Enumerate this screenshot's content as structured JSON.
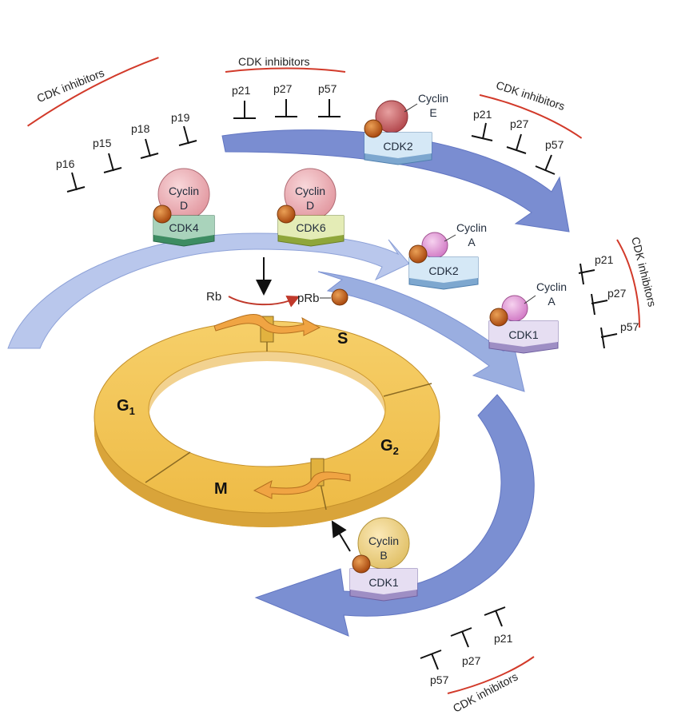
{
  "groups": {
    "top_left": {
      "title": "CDK inhibitors",
      "items": [
        "p16",
        "p15",
        "p18",
        "p19"
      ]
    },
    "top_mid": {
      "title": "CDK inhibitors",
      "items": [
        "p21",
        "p27",
        "p57"
      ]
    },
    "top_right": {
      "title": "CDK inhibitors",
      "items": [
        "p21",
        "p27",
        "p57"
      ]
    },
    "right": {
      "title": "CDK inhibitors",
      "items": [
        "p21",
        "p27",
        "p57"
      ]
    },
    "bottom": {
      "title": "CDK inhibitors",
      "items": [
        "p57",
        "p27",
        "p21"
      ]
    }
  },
  "complexes": {
    "cdk4": {
      "cyclin": "Cyclin",
      "cyclin_letter": "D",
      "kinase": "CDK4"
    },
    "cdk6": {
      "cyclin": "Cyclin",
      "cyclin_letter": "D",
      "kinase": "CDK6"
    },
    "cdk2_e": {
      "cyclin": "Cyclin",
      "cyclin_letter": "E",
      "kinase": "CDK2"
    },
    "cdk2_a": {
      "cyclin": "Cyclin",
      "cyclin_letter": "A",
      "kinase": "CDK2"
    },
    "cdk1_a": {
      "cyclin": "Cyclin",
      "cyclin_letter": "A",
      "kinase": "CDK1"
    },
    "cdk1_b": {
      "cyclin": "Cyclin",
      "cyclin_letter": "B",
      "kinase": "CDK1"
    }
  },
  "rb": {
    "rb": "Rb",
    "prb": "pRb"
  },
  "phases": {
    "g1_main": "G",
    "g1_sub": "1",
    "s": "S",
    "g2_main": "G",
    "g2_sub": "2",
    "m": "M"
  },
  "colors": {
    "arrow_light": "#b7c6ea",
    "arrow_mid": "#9aaee0",
    "arrow_dark": "#7b8fd2",
    "ring_top": "#f2c55a",
    "ring_side": "#d9a43a",
    "phosphate": "#c7661e",
    "inhibitor_line": "#d23a2a"
  }
}
